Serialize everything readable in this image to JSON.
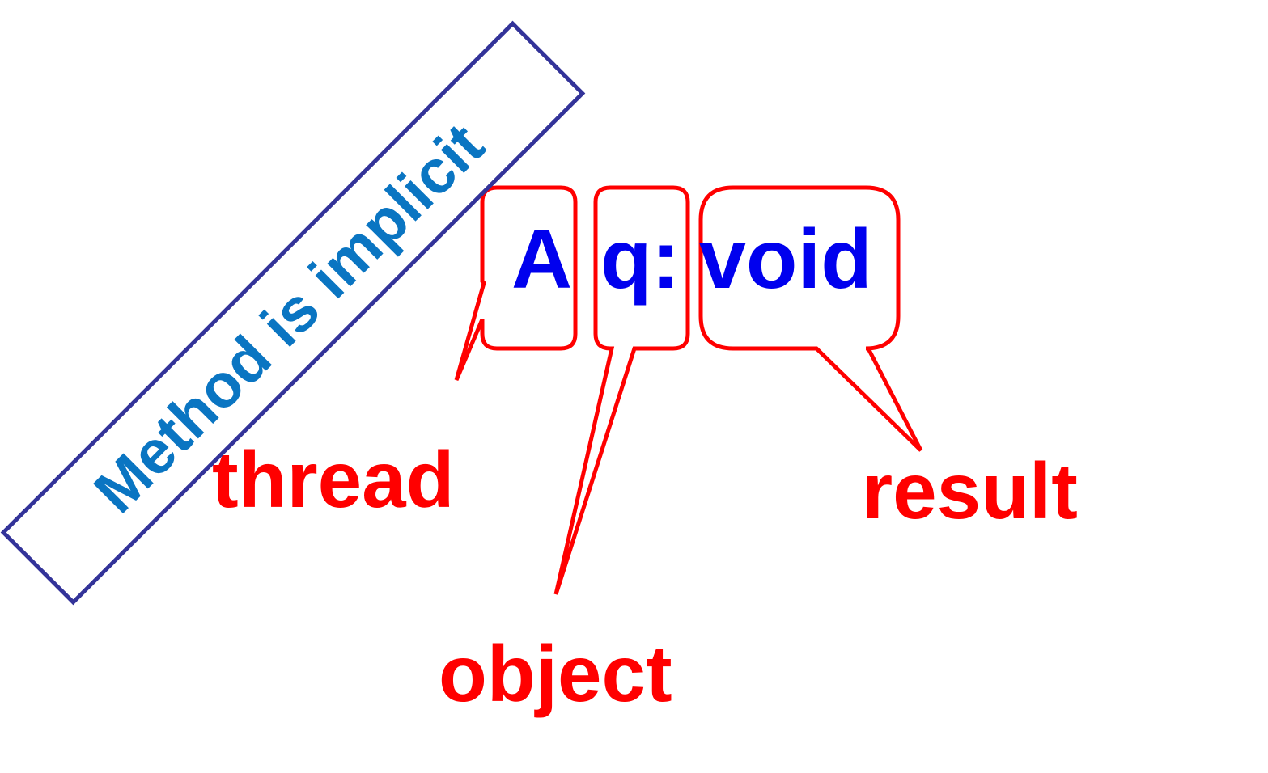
{
  "expression": {
    "thread": "A",
    "object": "q:",
    "result": "void"
  },
  "labels": {
    "thread": "thread",
    "object": "object",
    "result": "result"
  },
  "banner": {
    "text": "Method is implicit"
  },
  "colors": {
    "expression": "#0000ee",
    "labels": "#ff0000",
    "callout_border": "#ff0000",
    "banner_text": "#0a75c2",
    "banner_border": "#333399"
  }
}
